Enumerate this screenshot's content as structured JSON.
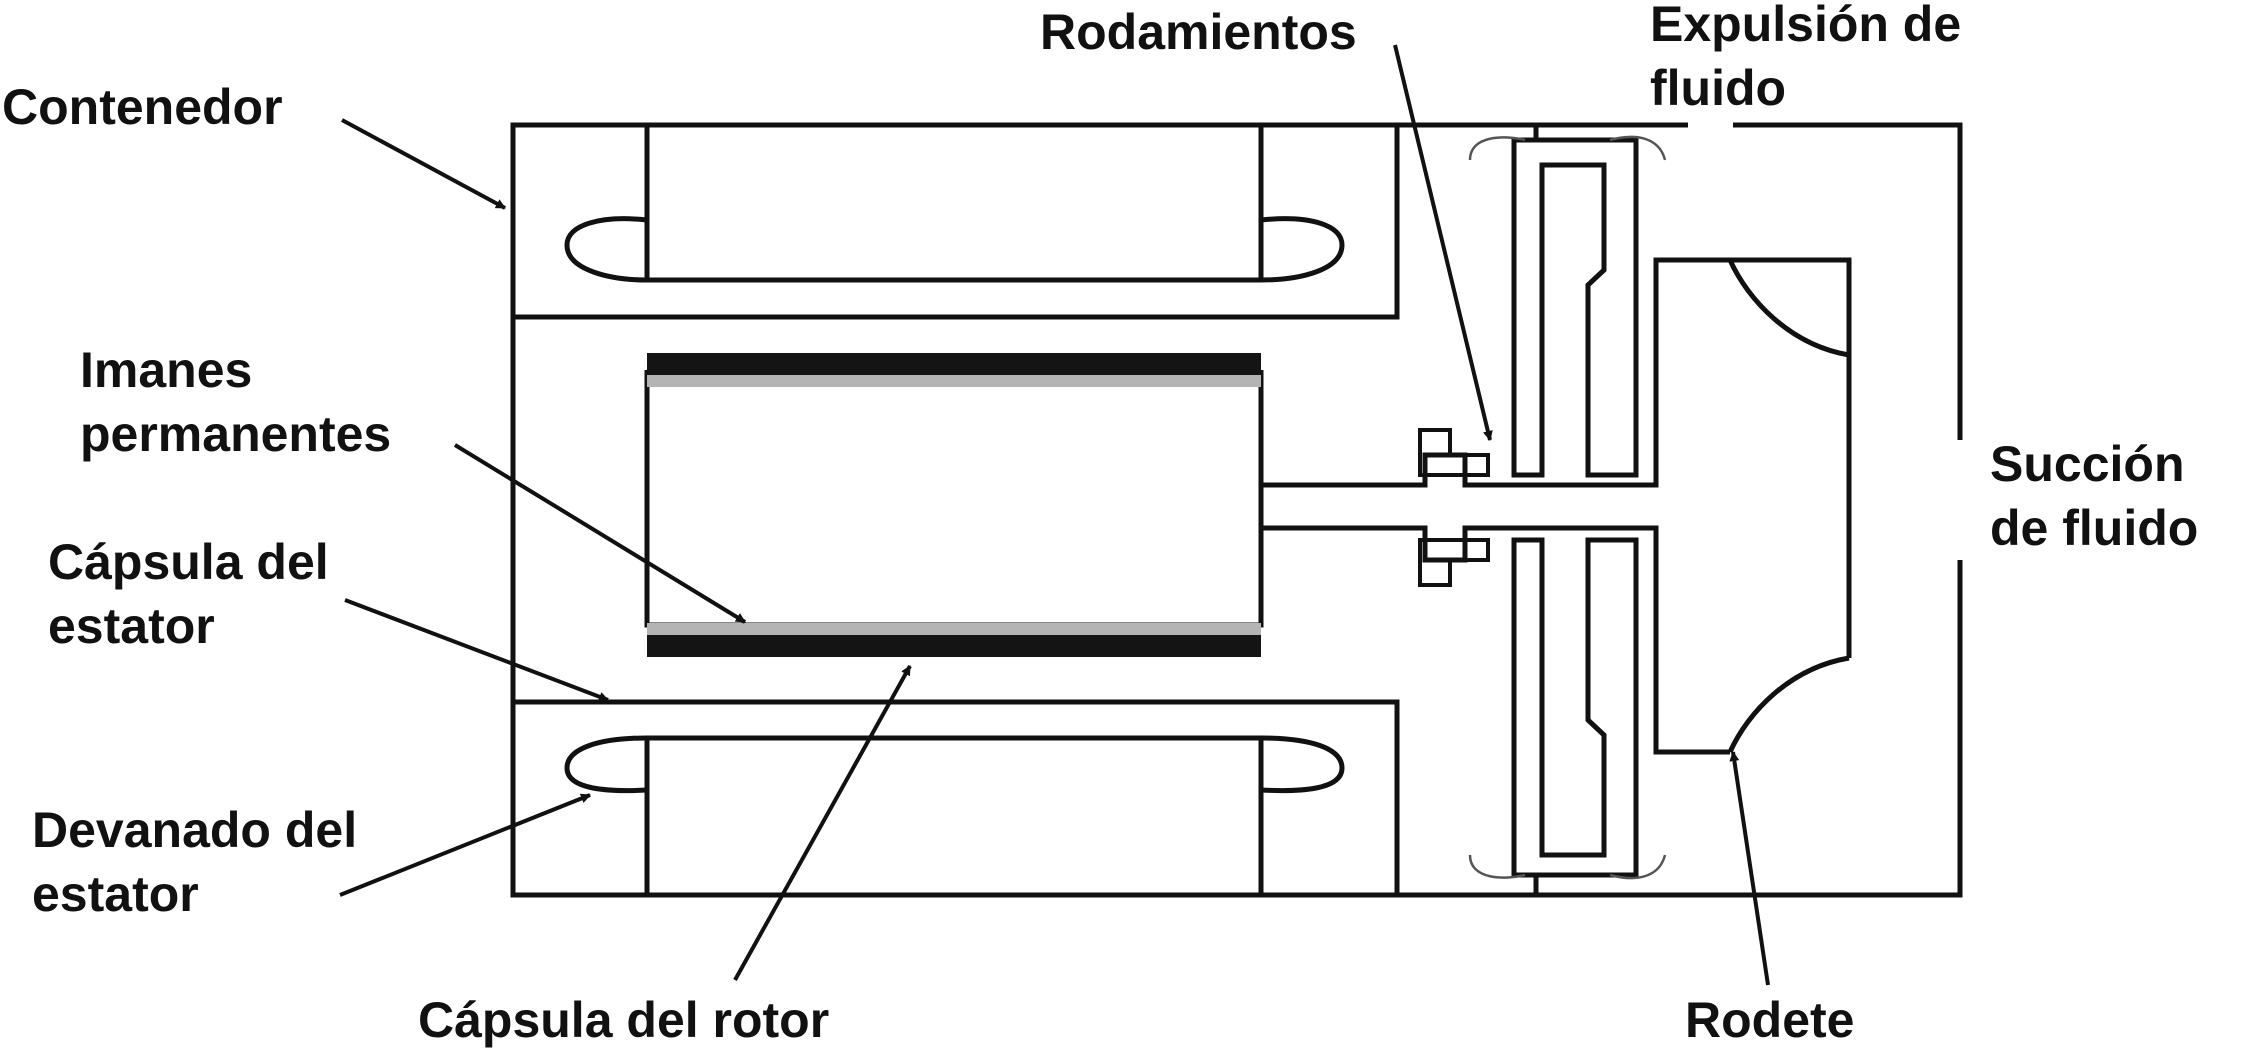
{
  "title": "Bomba centrífuga de rotor encapsulado (componentes)",
  "labels": {
    "contenedor": "Contenedor",
    "rodamientos": "Rodamientos",
    "expulsion": [
      "Expulsión de",
      "fluido"
    ],
    "imanes": [
      "Imanes",
      "permanentes"
    ],
    "succion": [
      "Succión",
      "de fluido"
    ],
    "capsula_estator": [
      "Cápsula del",
      "estator"
    ],
    "devanado": [
      "Devanado del",
      "estator"
    ],
    "capsula_rotor": "Cápsula del rotor",
    "rodete": "Rodete"
  },
  "colors": {
    "line": "#111111",
    "magnet_dark": "#141414",
    "magnet_light": "#b4b4b4",
    "background": "#ffffff"
  }
}
